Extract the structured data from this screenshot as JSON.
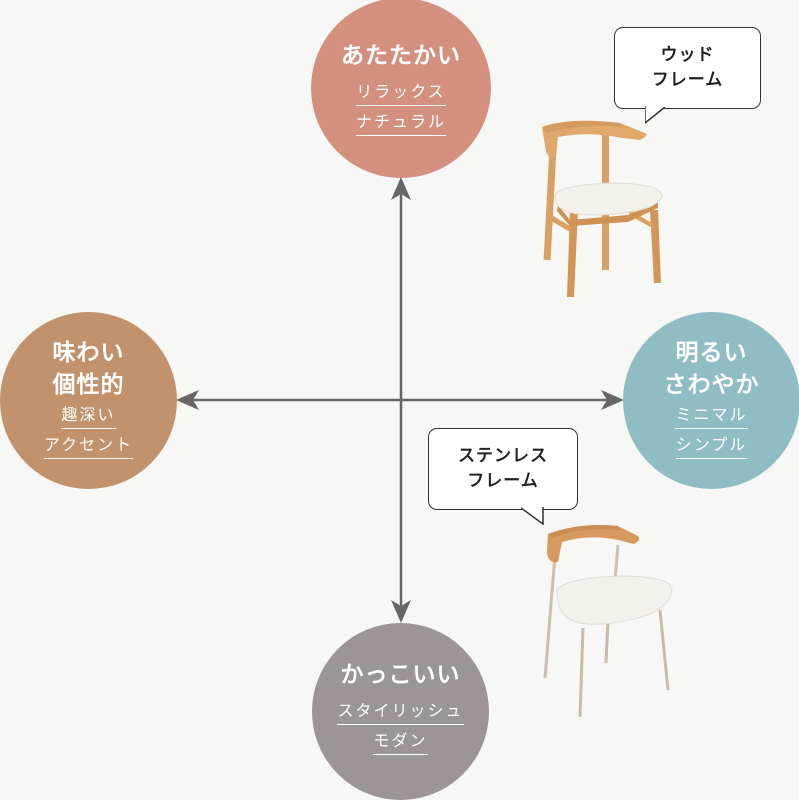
{
  "diagram": {
    "type": "positioning-map",
    "axes": {
      "color": "#666666",
      "vertical": {
        "top_end": "arrow",
        "bottom_end": "arrow"
      },
      "horizontal": {
        "left_end": "arrow",
        "right_end": "arrow"
      }
    },
    "poles": {
      "top": {
        "title": "あたたかい",
        "subs": [
          "リラックス",
          "ナチュラル"
        ],
        "color": "#d4907f"
      },
      "left": {
        "title_lines": [
          "味わい",
          "個性的"
        ],
        "subs": [
          "趣深い",
          "アクセント"
        ],
        "color": "#c1926b"
      },
      "right": {
        "title_lines": [
          "明るい",
          "さわやか"
        ],
        "subs": [
          "ミニマル",
          "シンプル"
        ],
        "color": "#8fbdc3"
      },
      "bottom": {
        "title": "かっこいい",
        "subs": [
          "スタイリッシュ",
          "モダン"
        ],
        "color": "#9b9594"
      }
    },
    "products": [
      {
        "label_lines": [
          "ウッド",
          "フレーム"
        ],
        "image": "wooden-chair",
        "quadrant": "top-right"
      },
      {
        "label_lines": [
          "ステンレス",
          "フレーム"
        ],
        "image": "stainless-chair",
        "quadrant": "bottom-right"
      }
    ]
  }
}
